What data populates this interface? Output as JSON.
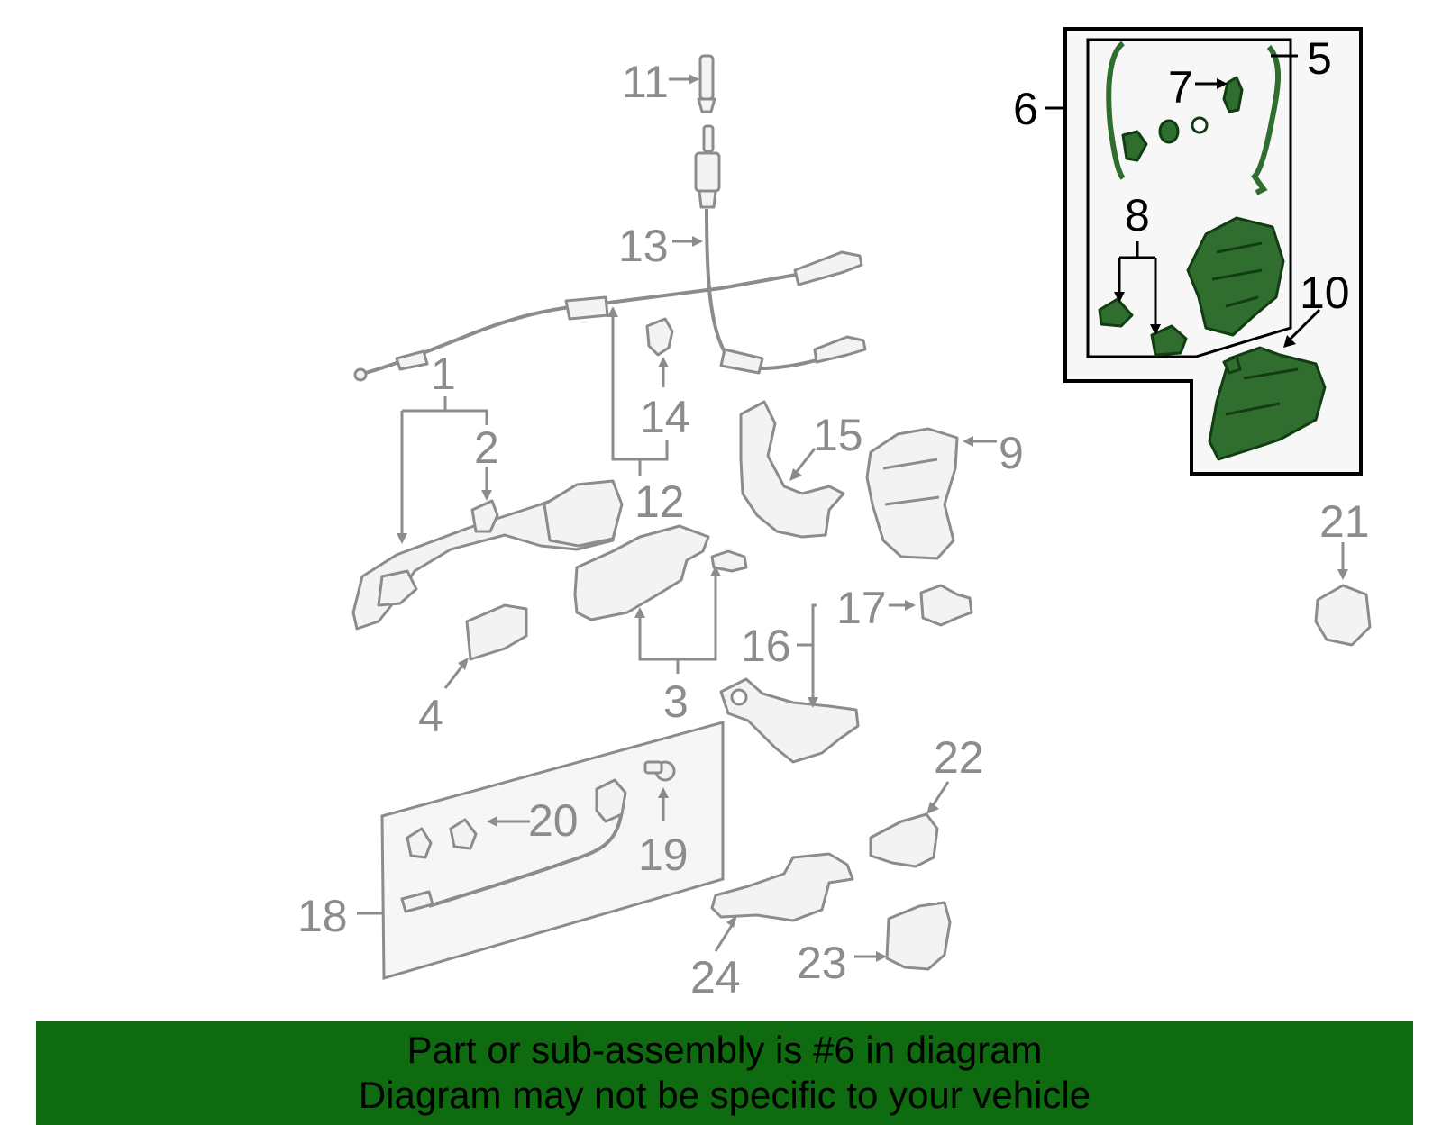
{
  "callouts": {
    "c1": "1",
    "c2": "2",
    "c3": "3",
    "c4": "4",
    "c5": "5",
    "c6": "6",
    "c7": "7",
    "c8": "8",
    "c9": "9",
    "c10": "10",
    "c11": "11",
    "c12": "12",
    "c13": "13",
    "c14": "14",
    "c15": "15",
    "c16": "16",
    "c17": "17",
    "c18": "18",
    "c19": "19",
    "c20": "20",
    "c21": "21",
    "c22": "22",
    "c23": "23",
    "c24": "24"
  },
  "highlight": {
    "callout": "6",
    "color": "#2f6e2f"
  },
  "colors": {
    "banner_bg": "#0f6b10",
    "parts_gray": "#8c8c8c",
    "highlight_green": "#2f6e2f"
  },
  "banner": {
    "line1": "Part or sub-assembly is #6 in diagram",
    "line2": "Diagram may not be specific to your vehicle"
  }
}
